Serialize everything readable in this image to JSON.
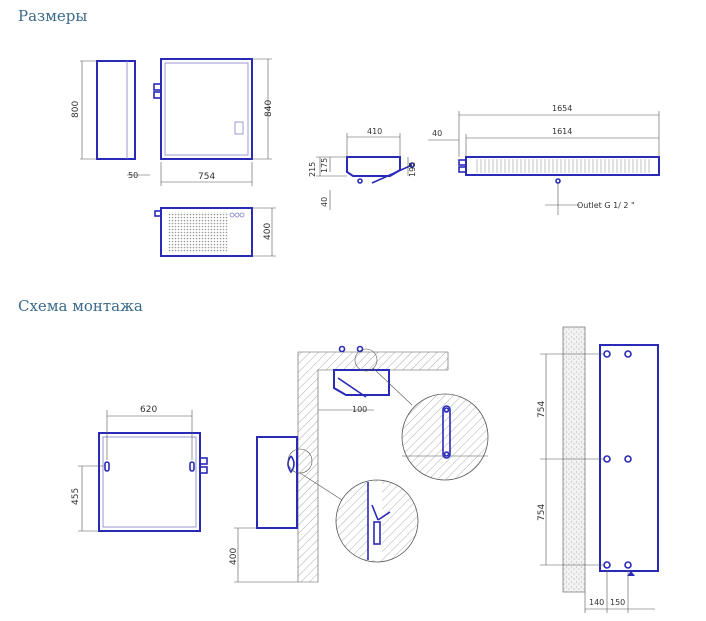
{
  "headings": {
    "dimensions": "Размеры",
    "mounting": "Схема монтажа"
  },
  "dims": {
    "d800": "800",
    "d840": "840",
    "d754": "754",
    "d50": "50",
    "d400": "400",
    "d410": "410",
    "d215": "215",
    "d175": "175",
    "d195": "195",
    "d40a": "40",
    "d40b": "40",
    "d1654": "1654",
    "d1614": "1614",
    "outlet": "Outlet G 1/ 2 \"",
    "m620": "620",
    "m455": "455",
    "m400": "400",
    "m100": "100",
    "m754a": "754",
    "m754b": "754",
    "m140": "140",
    "m150": "150"
  },
  "colors": {
    "heading": "#3b6a8c",
    "unit_outline": "#2a2ab8"
  }
}
